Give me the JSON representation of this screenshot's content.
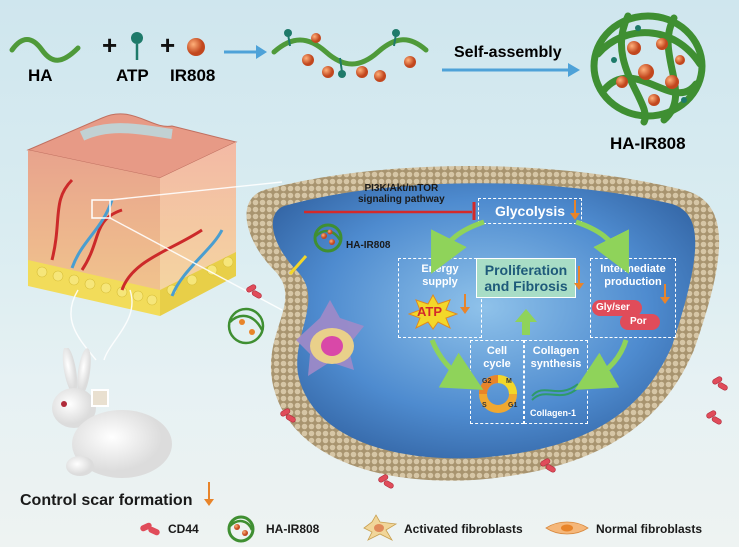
{
  "top_row": {
    "ha": "HA",
    "atp": "ATP",
    "ir808": "IR808",
    "self_assembly": "Self-assembly",
    "product": "HA-IR808"
  },
  "cell": {
    "pathway": "PI3K/Akt/mTOR\nsignaling pathway",
    "glycolysis": "Glycolysis",
    "ha_ir808": "HA-IR808",
    "energy_supply": "Energy\nsupply",
    "atp": "ATP",
    "proliferation": "Proliferation\nand Fibrosis",
    "intermediate": "Intermediate\nproduction",
    "gly_ser": "Gly/ser",
    "por": "Por",
    "cell_cycle": "Cell\ncycle",
    "collagen_synthesis": "Collagen\nsynthesis",
    "collagen1": "Collagen-1",
    "phases": [
      "G2",
      "M",
      "G1",
      "S"
    ]
  },
  "bottom": {
    "control_scar": "Control scar formation"
  },
  "legend": [
    {
      "label": "CD44"
    },
    {
      "label": "HA-IR808"
    },
    {
      "label": "Activated fibroblasts"
    },
    {
      "label": "Normal fibroblasts"
    }
  ],
  "colors": {
    "ha_strand": "#4f9a3a",
    "arrow_blue": "#4ea2d8",
    "inhibit_red": "#d32a2a",
    "orange": "#e8842a",
    "membrane": "#b7a48a",
    "cytoplasm": "#3b73b9",
    "box_fill_green": "#a8ddc6"
  }
}
